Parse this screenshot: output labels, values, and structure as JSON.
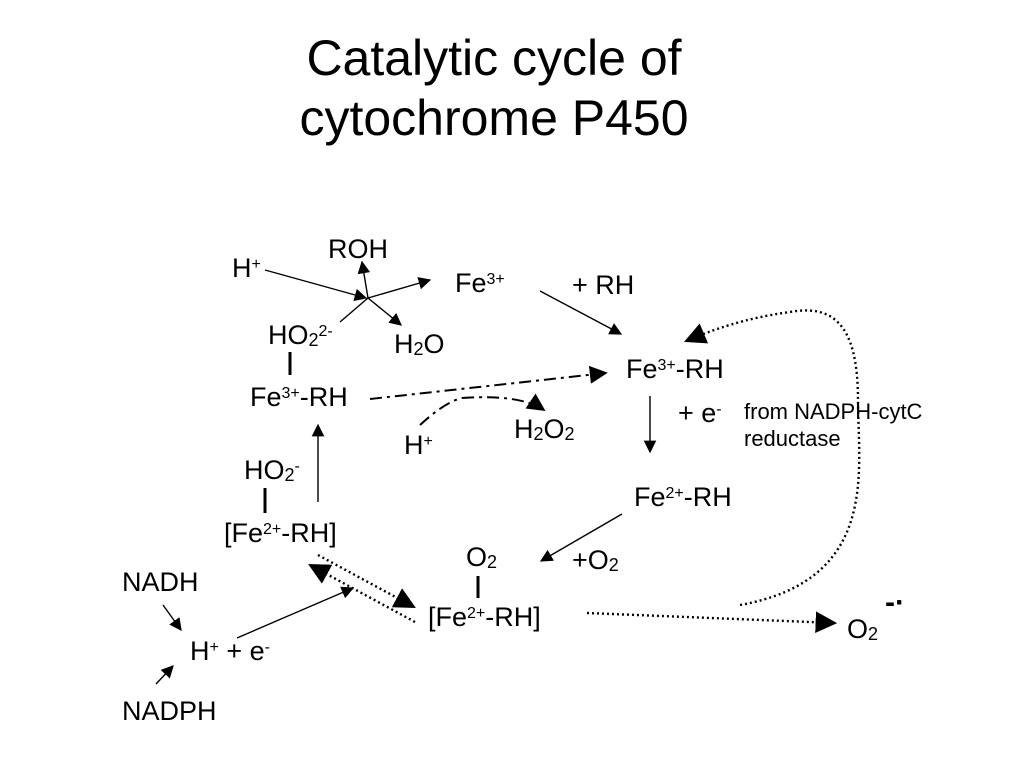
{
  "title": {
    "line1": "Catalytic cycle of",
    "line2": "cytochrome P450"
  },
  "species": {
    "roh": "ROH",
    "h_plus_top": "H",
    "h_plus_top_sup": "+",
    "fe3_top": "Fe",
    "fe3_top_sup": "3+",
    "plus_rh": "+ RH",
    "ho2_2minus": "HO",
    "ho2_2minus_sub": "2",
    "ho2_2minus_sup": "2-",
    "h2o": "H",
    "h2o_sub": "2",
    "h2o_tail": "O",
    "fe3_rh_right": "Fe",
    "fe3_rh_right_sup": "3+",
    "fe3_rh_right_tail": "-RH",
    "fe3_rh_left": "Fe",
    "fe3_rh_left_sup": "3+",
    "fe3_rh_left_tail": "-RH",
    "plus_e": "+ e",
    "plus_e_sup": "-",
    "from_reductase_line1": "from NADPH-cytC",
    "from_reductase_line2": "reductase",
    "h_plus_mid": "H",
    "h_plus_mid_sup": "+",
    "h2o2": "H",
    "h2o2_sub1": "2",
    "h2o2_mid": "O",
    "h2o2_sub2": "2",
    "ho2_minus": "HO",
    "ho2_minus_sub": "2",
    "ho2_minus_sup": "-",
    "fe2_rh_right": "Fe",
    "fe2_rh_right_sup": "2+",
    "fe2_rh_right_tail": "-RH",
    "fe2_rh_bracket_left": "[Fe",
    "fe2_rh_bracket_left_sup": "2+",
    "fe2_rh_bracket_left_tail": "-RH]",
    "o2_bound": "O",
    "o2_bound_sub": "2",
    "plus_o2": "+O",
    "plus_o2_sub": "2",
    "nadh": "NADH",
    "h_plus_bottom": "H",
    "h_plus_bottom_sup": "+",
    "plus_e_bottom": " + e",
    "plus_e_bottom_sup": "-",
    "fe2_rh_bracket_bottom": "[Fe",
    "fe2_rh_bracket_bottom_sup": "2+",
    "fe2_rh_bracket_bottom_tail": "-RH]",
    "superoxide": "O",
    "superoxide_sub": "2",
    "superoxide_mark": "-·",
    "nadph": "NADPH"
  }
}
